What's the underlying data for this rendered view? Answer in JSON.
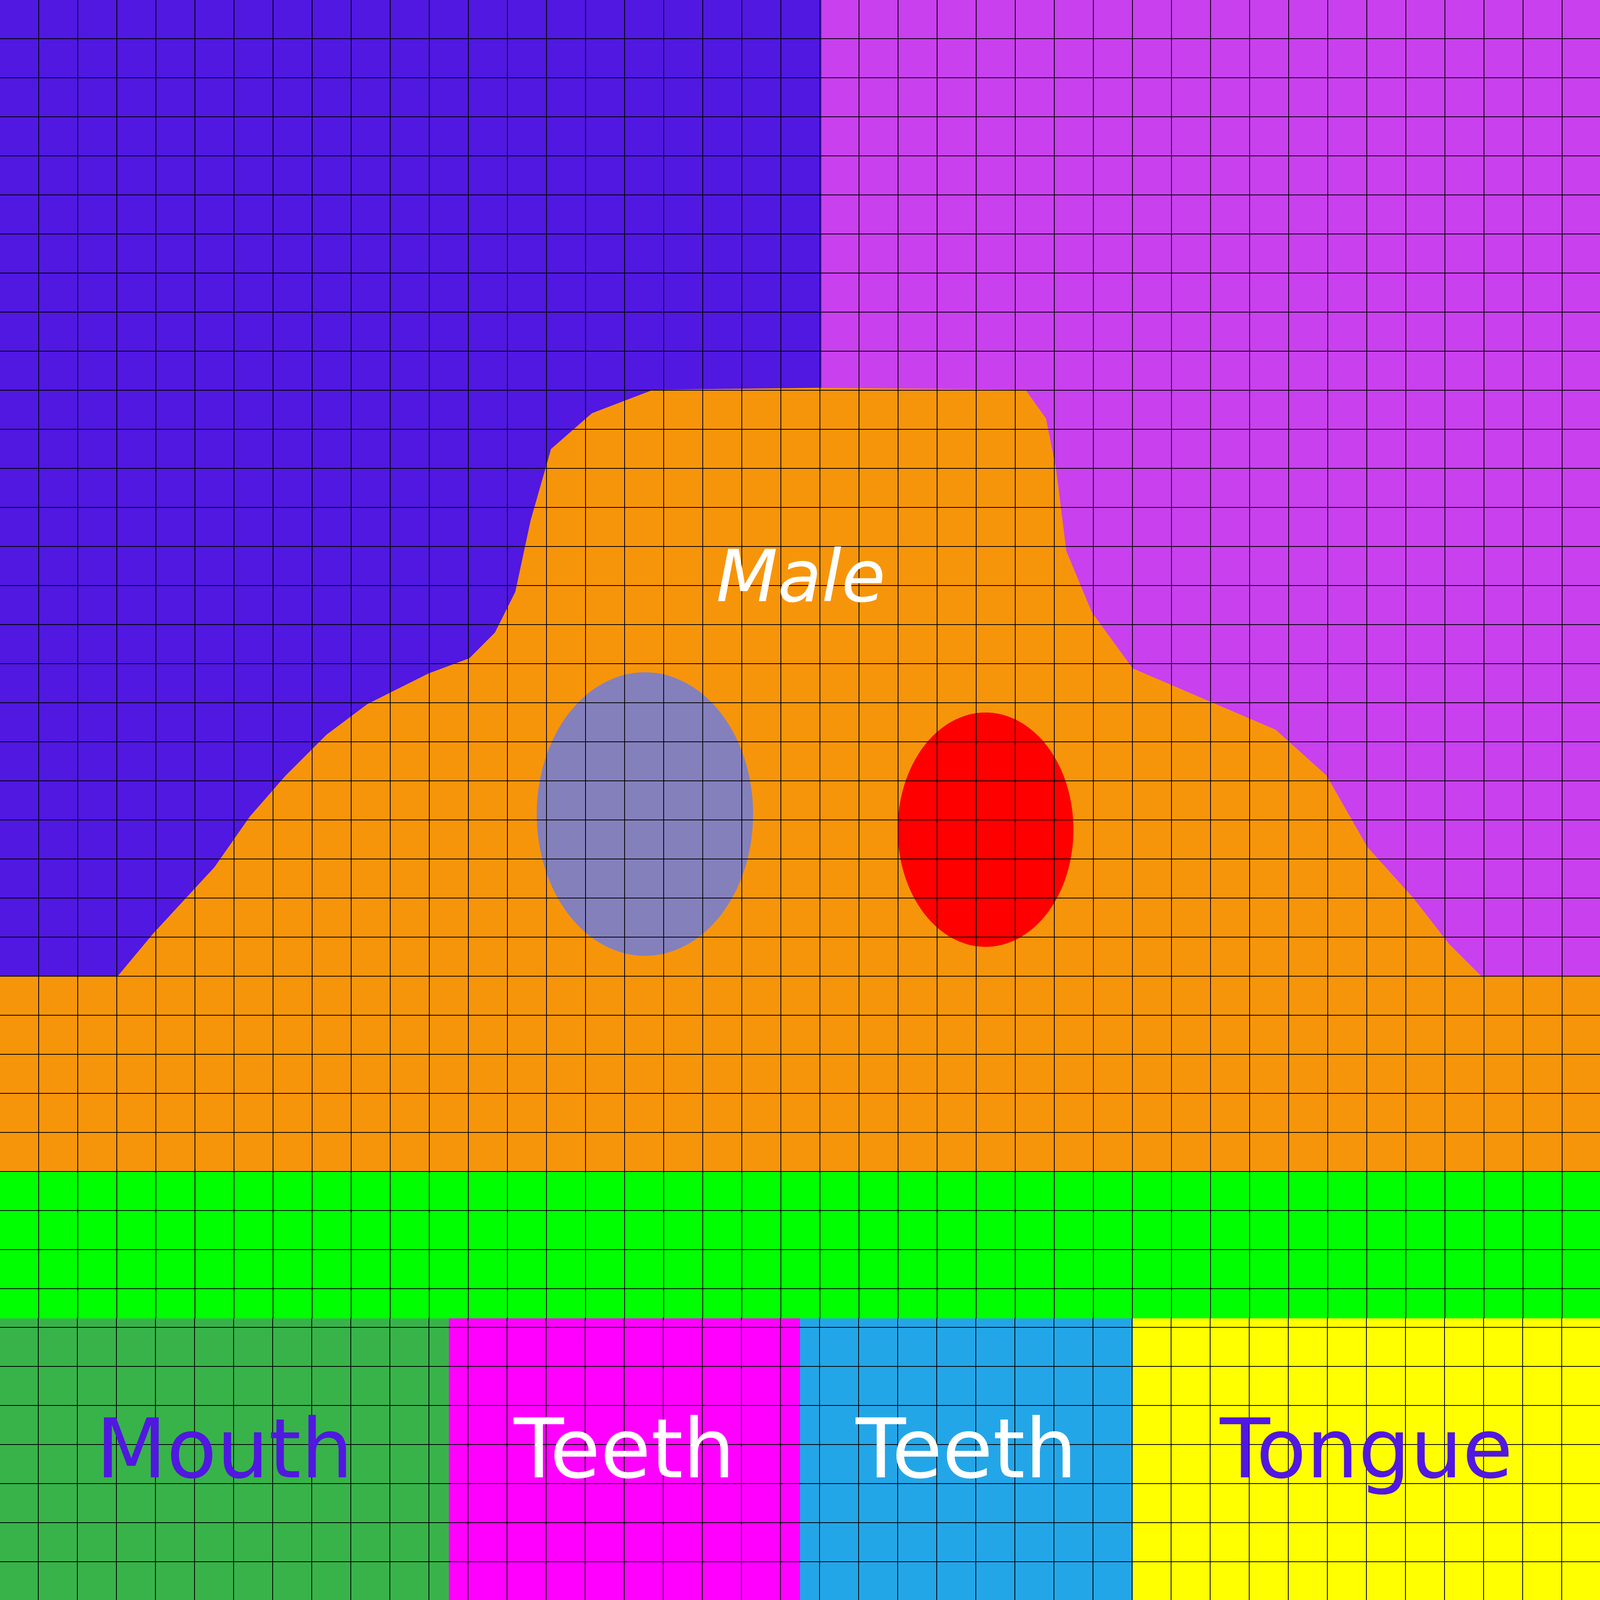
{
  "diagram": {
    "nodes": [
      {
        "text": [
          "Male"
        ]
      },
      {
        "text": [
          "Mouth"
        ]
      },
      {
        "text": [
          "Teeth"
        ]
      },
      {
        "text": [
          "Teeth"
        ]
      },
      {
        "text": [
          "Tongue"
        ]
      }
    ]
  }
}
